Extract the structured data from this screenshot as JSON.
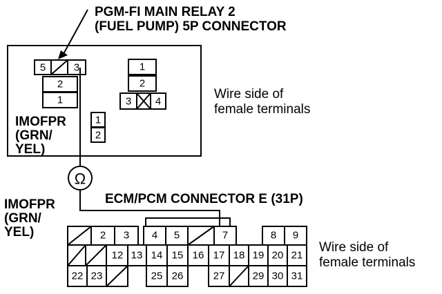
{
  "relay": {
    "title_line1": "PGM-FI MAIN RELAY 2",
    "title_line2": "(FUEL PUMP) 5P CONNECTOR",
    "pins": [
      "5",
      "3",
      "2",
      "1"
    ],
    "wire_label": [
      "IMOFPR",
      "(GRN/",
      "YEL)"
    ],
    "wire_side": [
      "Wire side of",
      "female terminals"
    ]
  },
  "relay_other": {
    "pins": [
      "1",
      "2",
      "3",
      "4"
    ]
  },
  "small_conn": {
    "pins": [
      "1",
      "2"
    ]
  },
  "meter": {
    "symbol": "Ω"
  },
  "ecm": {
    "title": "ECM/PCM CONNECTOR E (31P)",
    "wire_label": [
      "IMOFPR",
      "(GRN/",
      "YEL)"
    ],
    "wire_side": [
      "Wire side of",
      "female terminals"
    ],
    "row1": [
      "2",
      "3",
      "4",
      "5",
      "7",
      "8",
      "9"
    ],
    "row2": [
      "12",
      "13",
      "14",
      "15",
      "16",
      "17",
      "18",
      "19",
      "20",
      "21"
    ],
    "row3": [
      "22",
      "23",
      "25",
      "26",
      "27",
      "29",
      "30",
      "31"
    ]
  }
}
